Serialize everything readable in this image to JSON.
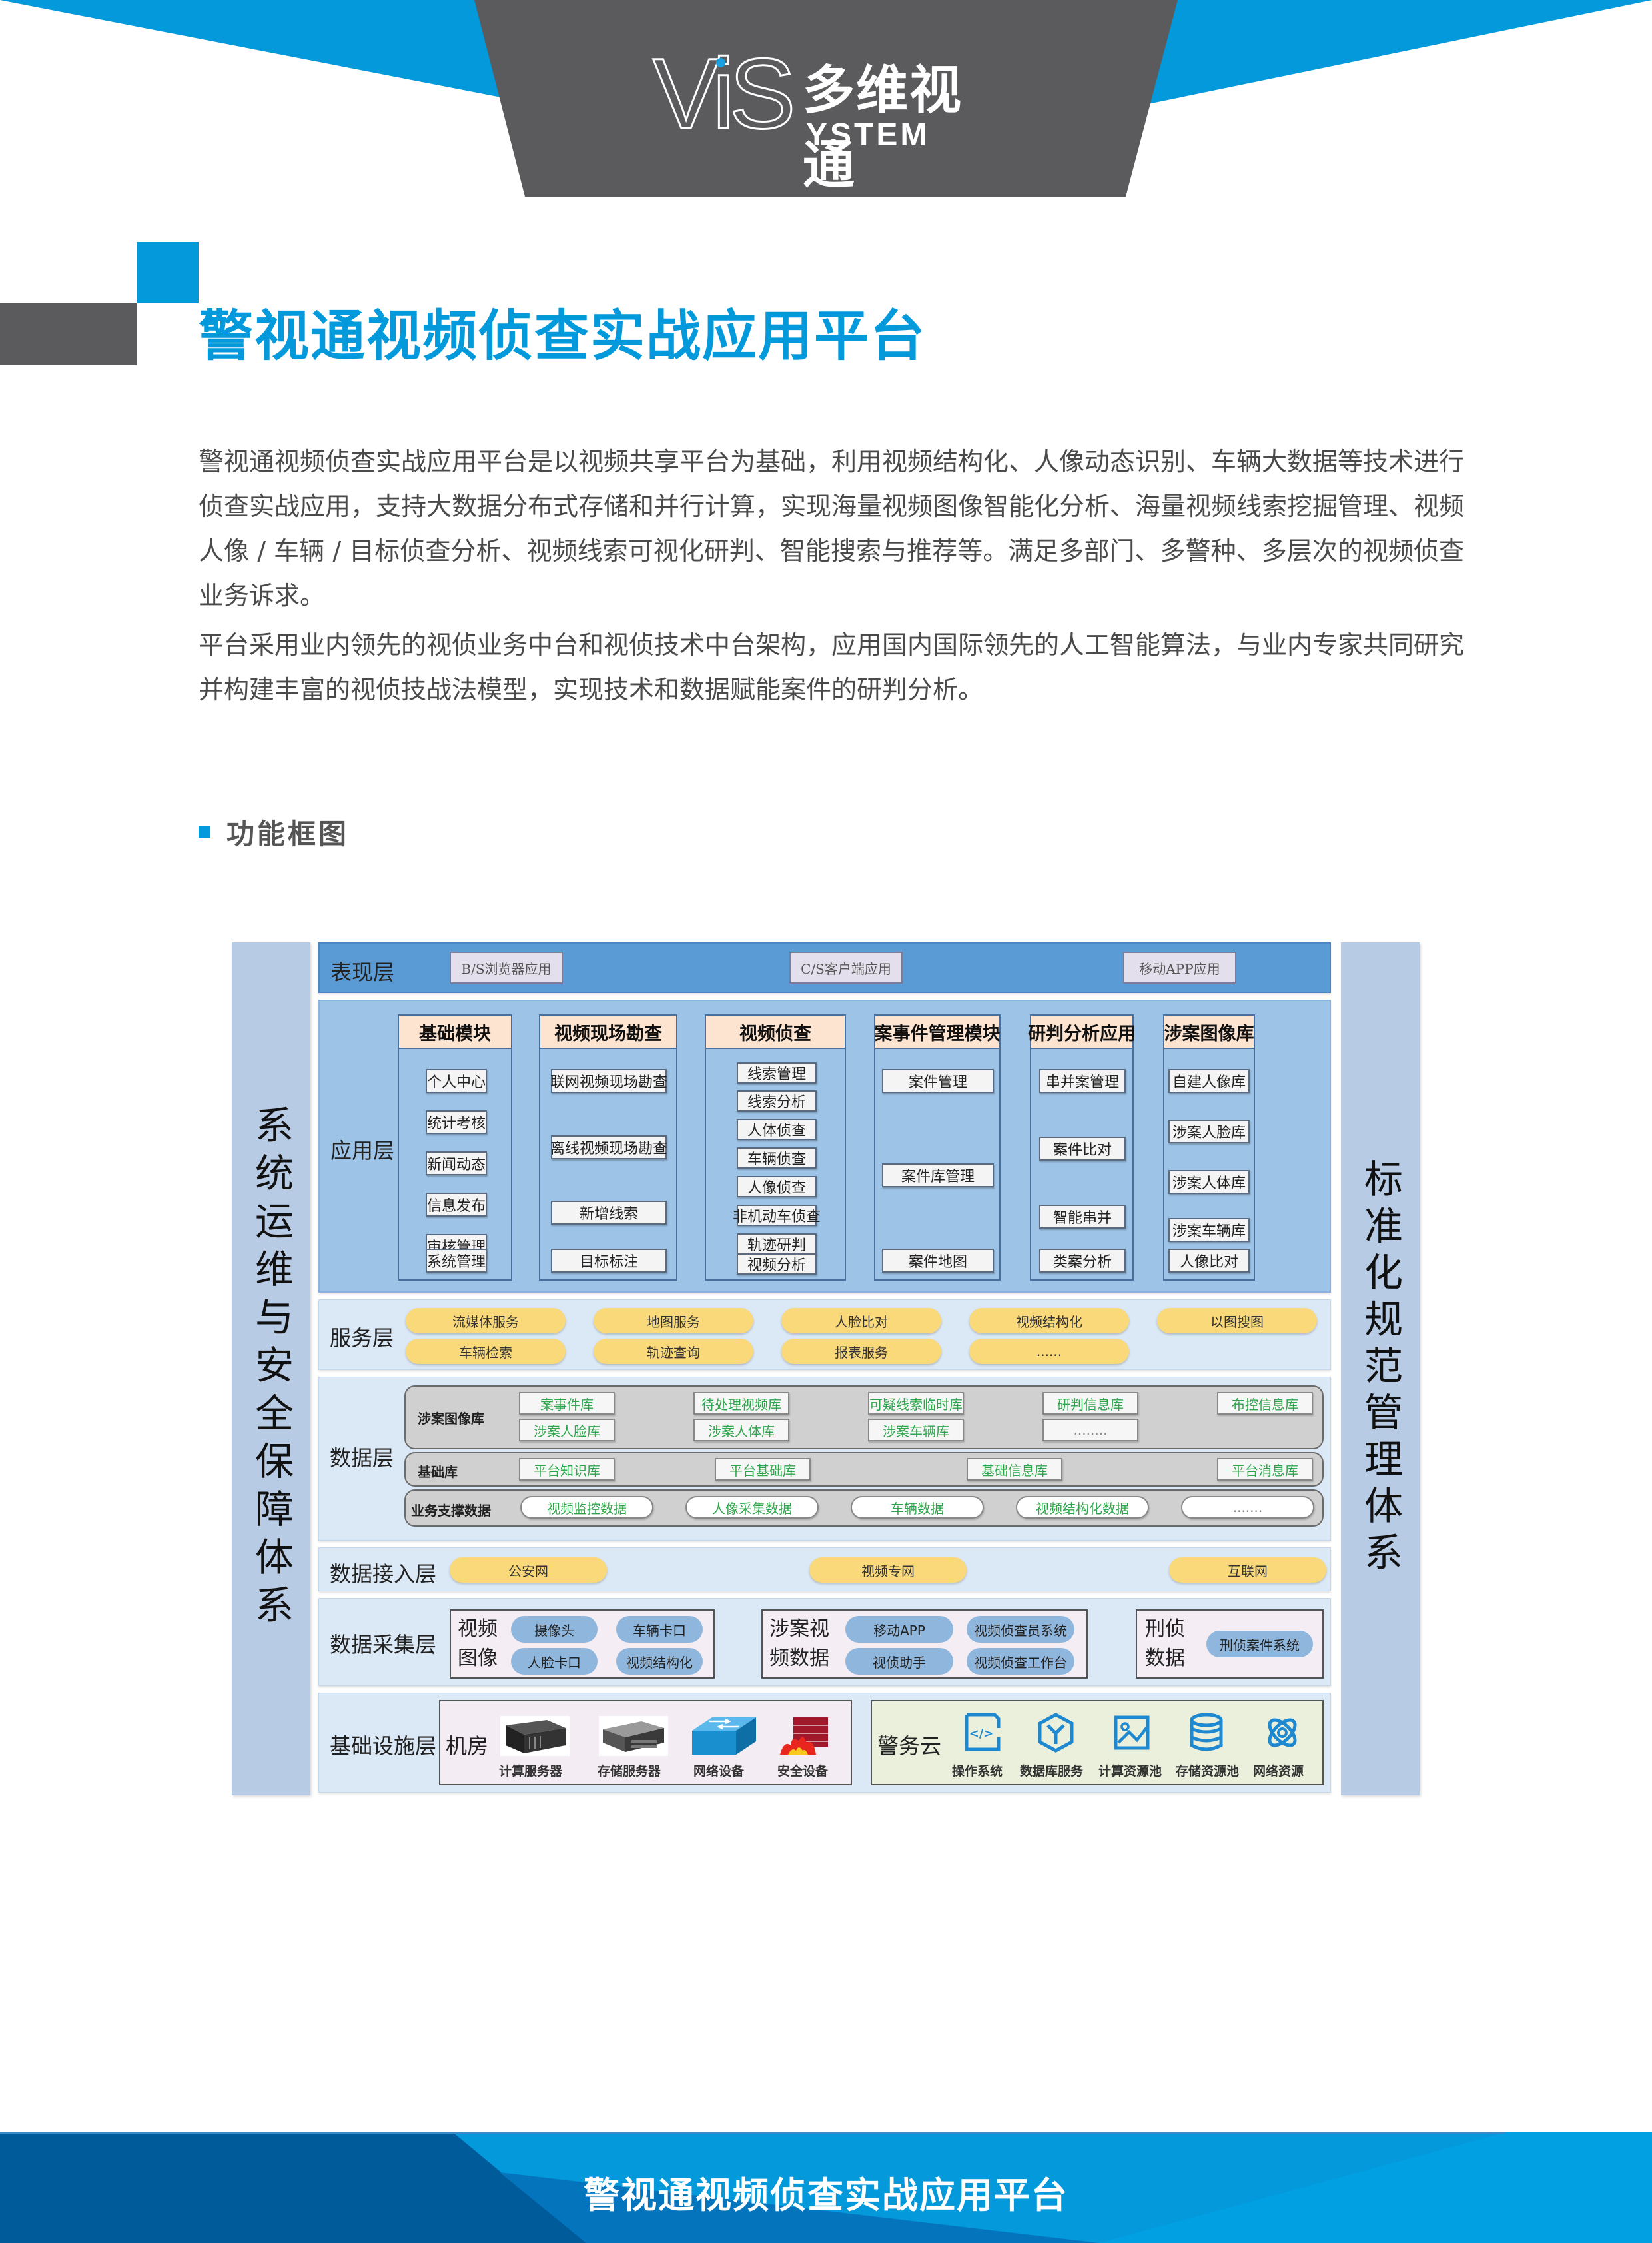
{
  "header": {
    "logo": {
      "mark": "ViS",
      "cn": "多维视通",
      "en": "YSTEM"
    },
    "colors": {
      "blue": "#0399db",
      "gray": "#5b5b5d"
    }
  },
  "title": "警视通视频侦查实战应用平台",
  "paragraphs": [
    "警视通视频侦查实战应用平台是以视频共享平台为基础，利用视频结构化、人像动态识别、车辆大数据等技术进行侦查实战应用，支持大数据分布式存储和并行计算，实现海量视频图像智能化分析、海量视频线索挖掘管理、视频人像 / 车辆 / 目标侦查分析、视频线索可视化研判、智能搜索与推荐等。满足多部门、多警种、多层次的视频侦查业务诉求。",
    "平台采用业内领先的视侦业务中台和视侦技术中台架构，应用国内国际领先的人工智能算法，与业内专家共同研究并构建丰富的视侦技战法模型，实现技术和数据赋能案件的研判分析。"
  ],
  "section_heading": "功能框图",
  "diagram": {
    "left_side": "系统运维与安全保障体系",
    "right_side": "标准化规范管理体系",
    "presentation": {
      "label": "表现层",
      "items": [
        "B/S浏览器应用",
        "C/S客户端应用",
        "移动APP应用"
      ]
    },
    "application": {
      "label": "应用层",
      "modules": [
        {
          "title": "基础模块",
          "items": [
            "个人中心",
            "统计考核",
            "新闻动态",
            "信息发布",
            "审核管理",
            "系统管理"
          ]
        },
        {
          "title": "视频现场勘查",
          "items": [
            "联网视频现场勘查",
            "离线视频现场勘查",
            "新增线索",
            "目标标注"
          ]
        },
        {
          "title": "视频侦查",
          "items": [
            "线索管理",
            "线索分析",
            "人体侦查",
            "车辆侦查",
            "人像侦查",
            "非机动车侦查",
            "轨迹研判",
            "视频分析"
          ]
        },
        {
          "title": "案事件管理模块",
          "items": [
            "案件管理",
            "案件库管理",
            "案件地图"
          ]
        },
        {
          "title": "研判分析应用",
          "items": [
            "串并案管理",
            "案件比对",
            "智能串并",
            "类案分析"
          ]
        },
        {
          "title": "涉案图像库",
          "items": [
            "自建人像库",
            "涉案人脸库",
            "涉案人体库",
            "涉案车辆库",
            "人像比对"
          ]
        }
      ]
    },
    "service": {
      "label": "服务层",
      "row1": [
        "流媒体服务",
        "地图服务",
        "人脸比对",
        "视频结构化",
        "以图搜图"
      ],
      "row2": [
        "车辆检索",
        "轨迹查询",
        "报表服务",
        "......"
      ]
    },
    "data": {
      "label": "数据层",
      "case_image_db": {
        "label": "涉案图像库",
        "row1": [
          "案事件库",
          "待处理视频库",
          "可疑线索临时库",
          "研判信息库",
          "布控信息库"
        ],
        "row2": [
          "涉案人脸库",
          "涉案人体库",
          "涉案车辆库",
          "........"
        ]
      },
      "base_db": {
        "label": "基础库",
        "items": [
          "平台知识库",
          "平台基础库",
          "基础信息库",
          "平台消息库"
        ]
      },
      "business_data": {
        "label": "业务支撑数据",
        "items": [
          "视频监控数据",
          "人像采集数据",
          "车辆数据",
          "视频结构化数据",
          "......."
        ]
      }
    },
    "access": {
      "label": "数据接入层",
      "items": [
        "公安网",
        "视频专网",
        "互联网"
      ]
    },
    "collection": {
      "label": "数据采集层",
      "groups": [
        {
          "label": "视频图像",
          "items": [
            "摄像头",
            "车辆卡口",
            "人脸卡口",
            "视频结构化"
          ]
        },
        {
          "label": "涉案视频数据",
          "items": [
            "移动APP",
            "视频侦查员系统",
            "视侦助手",
            "视频侦查工作台"
          ]
        },
        {
          "label": "刑侦数据",
          "items": [
            "刑侦案件系统"
          ]
        }
      ]
    },
    "infrastructure": {
      "label": "基础设施层",
      "room": {
        "label": "机房",
        "devices": [
          {
            "icon": "compute-server-icon",
            "label": "计算服务器"
          },
          {
            "icon": "storage-server-icon",
            "label": "存储服务器"
          },
          {
            "icon": "network-switch-icon",
            "label": "网络设备"
          },
          {
            "icon": "firewall-icon",
            "label": "安全设备"
          }
        ]
      },
      "cloud": {
        "label": "警务云",
        "resources": [
          {
            "icon": "code-icon",
            "label": "操作系统"
          },
          {
            "icon": "cube-icon",
            "label": "数据库服务"
          },
          {
            "icon": "image-icon",
            "label": "计算资源池"
          },
          {
            "icon": "database-icon",
            "label": "存储资源池"
          },
          {
            "icon": "atom-icon",
            "label": "网络资源"
          }
        ]
      }
    }
  },
  "footer": {
    "title": "警视通视频侦查实战应用平台"
  }
}
